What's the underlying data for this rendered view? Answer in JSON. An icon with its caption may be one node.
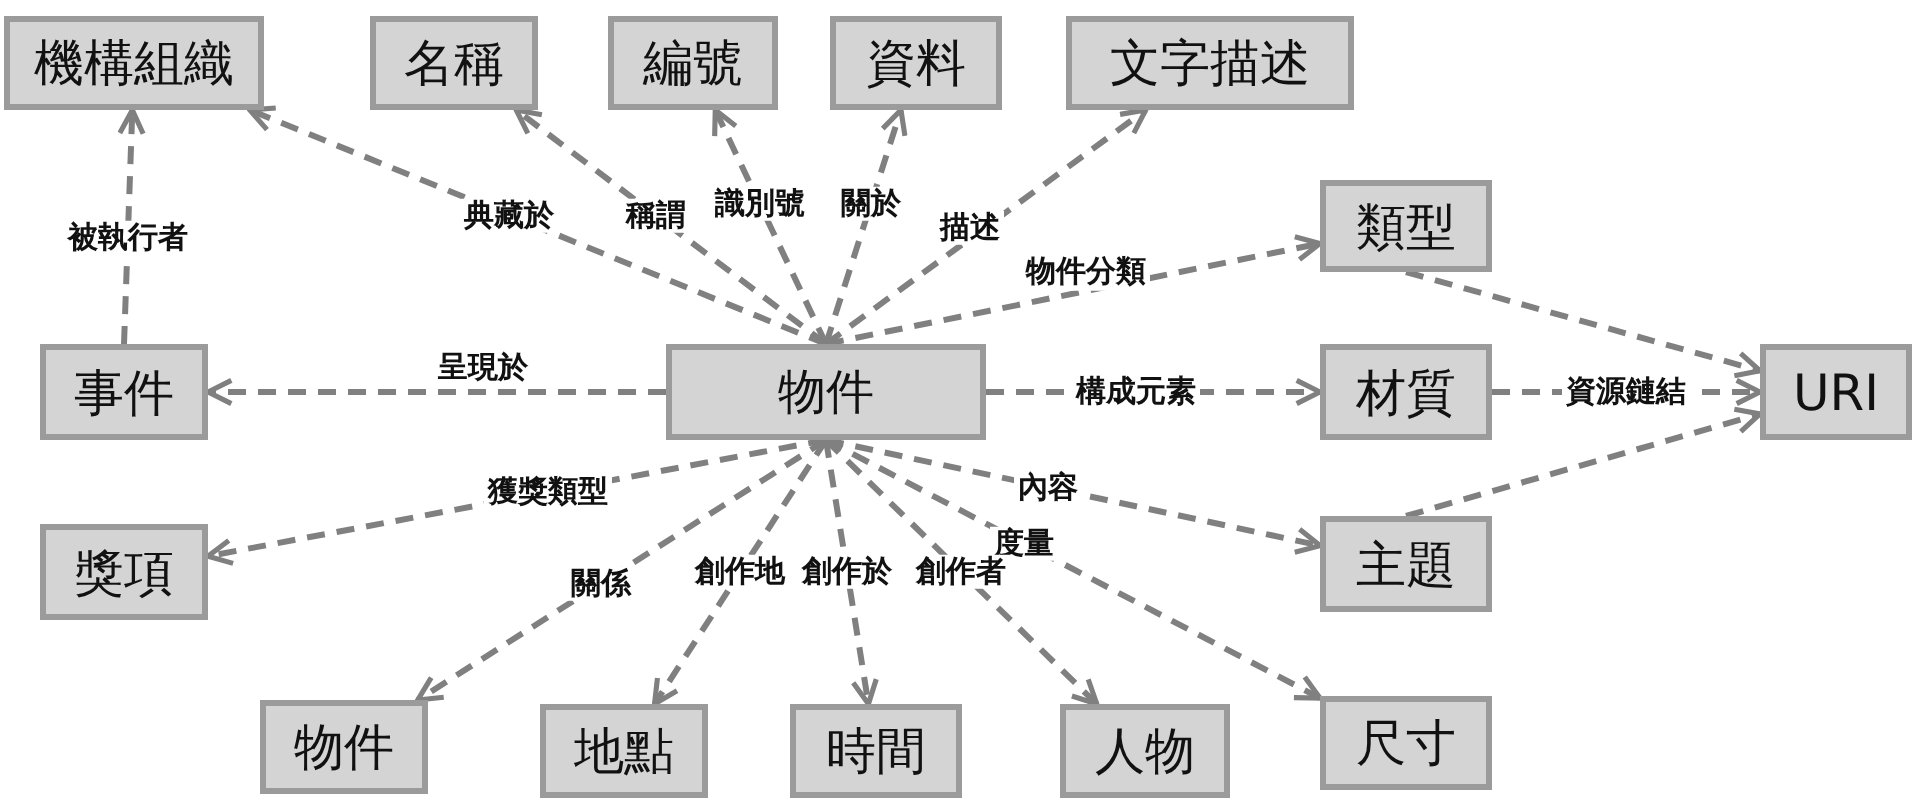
{
  "diagram": {
    "nodes": [
      {
        "text": [
          "機構組織"
        ]
      },
      {
        "text": [
          "名稱"
        ]
      },
      {
        "text": [
          "編號"
        ]
      },
      {
        "text": [
          "資料"
        ]
      },
      {
        "text": [
          "文字描述"
        ]
      },
      {
        "text": [
          "類型"
        ]
      },
      {
        "text": [
          "事件"
        ]
      },
      {
        "text": [
          "物件"
        ]
      },
      {
        "text": [
          "材質"
        ]
      },
      {
        "text": [
          "URI"
        ]
      },
      {
        "text": [
          "獎項"
        ]
      },
      {
        "text": [
          "主題"
        ]
      },
      {
        "text": [
          "物件"
        ]
      },
      {
        "text": [
          "地點"
        ]
      },
      {
        "text": [
          "時間"
        ]
      },
      {
        "text": [
          "人物"
        ]
      },
      {
        "text": [
          "尺寸"
        ]
      }
    ],
    "edges": [
      {
        "from": 7,
        "to": 0,
        "arrow": "to",
        "label": "典藏於",
        "style": "dashed"
      },
      {
        "from": 7,
        "to": 1,
        "arrow": "to",
        "label": "稱謂",
        "style": "dashed"
      },
      {
        "from": 7,
        "to": 2,
        "arrow": "to",
        "label": "識別號",
        "style": "dashed"
      },
      {
        "from": 7,
        "to": 3,
        "arrow": "to",
        "label": "關於",
        "style": "dashed"
      },
      {
        "from": 7,
        "to": 4,
        "arrow": "to",
        "label": "描述",
        "style": "dashed"
      },
      {
        "from": 7,
        "to": 5,
        "arrow": "to",
        "label": "物件分類",
        "style": "dashed"
      },
      {
        "from": 6,
        "to": 0,
        "arrow": "to",
        "label": "被執行者",
        "style": "dashed"
      },
      {
        "from": 7,
        "to": 6,
        "arrow": "to",
        "label": "呈現於",
        "style": "dashed"
      },
      {
        "from": 7,
        "to": 8,
        "arrow": "to",
        "label": "構成元素",
        "style": "dashed"
      },
      {
        "from": 8,
        "to": 9,
        "arrow": "to",
        "label": "資源鏈結",
        "style": "dashed"
      },
      {
        "from": 5,
        "to": 9,
        "arrow": "to",
        "style": "dashed"
      },
      {
        "from": 11,
        "to": 9,
        "arrow": "to",
        "style": "dashed"
      },
      {
        "from": 7,
        "to": 11,
        "arrow": "to",
        "label": "內容",
        "style": "dashed"
      },
      {
        "from": 7,
        "to": 10,
        "arrow": "to",
        "label": "獲獎類型",
        "style": "dashed"
      },
      {
        "from": 7,
        "to": 16,
        "arrow": "to",
        "label": "度量",
        "style": "dashed"
      },
      {
        "from": 7,
        "to": 12,
        "arrow": "to",
        "label": "關係",
        "style": "dashed"
      },
      {
        "from": 7,
        "to": 13,
        "arrow": "to",
        "label": "創作地",
        "style": "dashed"
      },
      {
        "from": 7,
        "to": 14,
        "arrow": "to",
        "label": "創作於",
        "style": "dashed"
      },
      {
        "from": 7,
        "to": 15,
        "arrow": "to",
        "label": "創作者",
        "style": "dashed"
      }
    ]
  }
}
